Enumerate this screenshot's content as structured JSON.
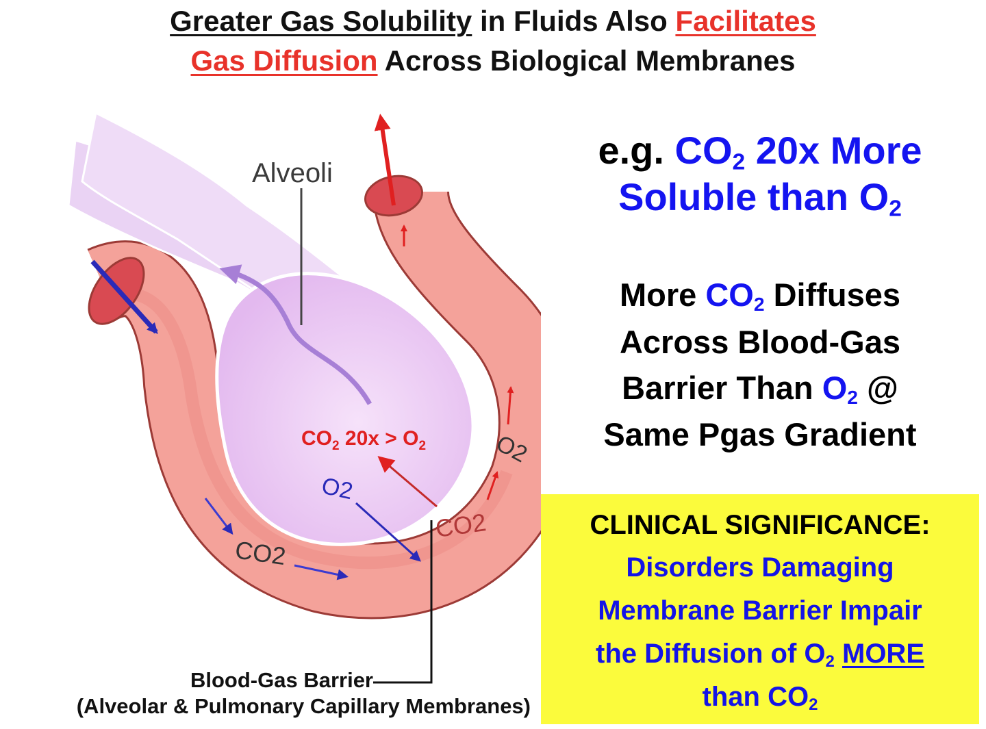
{
  "title": {
    "line1_a": "Greater Gas Solubility",
    "line1_b": " in Fluids Also ",
    "line1_c": "Facilitates",
    "line2_a": "Gas Diffusion",
    "line2_b": " Across Biological Membranes"
  },
  "diagram": {
    "alveoli_label": "Alveoli",
    "inner_label": "CO",
    "inner_label_sub": "2",
    "inner_label_mid": " 20x > O",
    "inner_label_sub2": "2",
    "o2_left": "O2",
    "co2_bottom": "CO2",
    "co2_right": "CO2",
    "o2_right": "O2",
    "barrier_label_line1": "Blood-Gas Barrier",
    "barrier_label_line2": "(Alveolar & Pulmonary Capillary Membranes)",
    "colors": {
      "vessel": "#f4a29a",
      "vessel_edge": "#9c3a36",
      "alveolus": "#ecc8f4",
      "arrow_red": "#e02020",
      "arrow_blue": "#2a2ab8",
      "arrow_purple": "#a77fd6"
    }
  },
  "fact1": {
    "prefix": "e.g. ",
    "co": "CO",
    "sub": "2",
    "rest": " 20x More",
    "line2": "Soluble than ",
    "o": "O",
    "sub2": "2"
  },
  "fact2": {
    "more": "More ",
    "co": "CO",
    "sub": "2",
    "diffuses": " Diffuses",
    "line2": "Across Blood-Gas",
    "line3_a": "Barrier Than ",
    "o": "O",
    "sub2": "2",
    "line3_b": " @",
    "line4": "Same Pgas Gradient"
  },
  "clinical": {
    "heading": "CLINICAL SIGNIFICANCE:",
    "line1": "Disorders Damaging",
    "line2": "Membrane Barrier Impair",
    "line3_a": "the Diffusion of O",
    "line3_sub": "2",
    "line3_sp": " ",
    "line3_b": "MORE",
    "line4_a": "than CO",
    "line4_sub": "2"
  }
}
